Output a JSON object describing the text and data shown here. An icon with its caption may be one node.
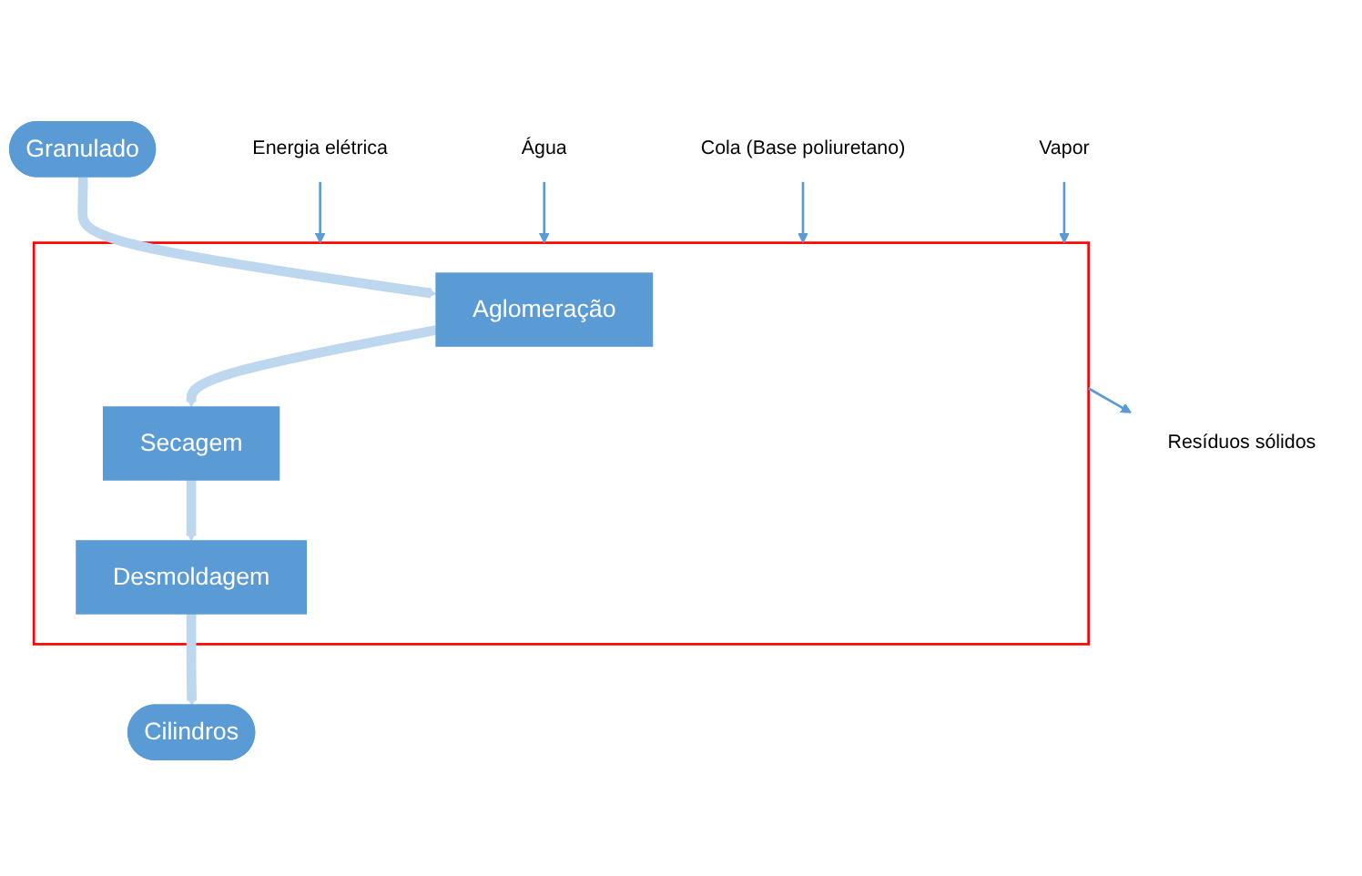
{
  "diagram": {
    "nodes": [
      {
        "text": [
          "Granulado"
        ]
      },
      {
        "text": [],
        "shape": "box"
      },
      {
        "text": [
          "Aglomeração"
        ],
        "in": 1
      },
      {
        "text": [
          "Secagem"
        ],
        "in": 1
      },
      {
        "text": [
          "Desmoldagem"
        ],
        "in": 1
      },
      {
        "text": [
          "Cilindros"
        ]
      },
      {
        "text": [
          "Energia elétrica"
        ]
      },
      {
        "text": [
          "Água"
        ]
      },
      {
        "text": [
          "Cola (Base poliuretano)"
        ]
      },
      {
        "text": [
          "Vapor"
        ]
      },
      {
        "text": [
          "Resíduos sólidos"
        ]
      }
    ],
    "edges": [
      {
        "from": 0,
        "to": 2,
        "arrow": "to",
        "style": "thick",
        "color": "#bdd7ee"
      },
      {
        "from": 2,
        "to": 3,
        "arrow": "to",
        "style": "thick",
        "color": "#bdd7ee"
      },
      {
        "from": 3,
        "to": 4,
        "arrow": "to",
        "style": "thick",
        "color": "#bdd7ee"
      },
      {
        "from": 4,
        "to": 5,
        "arrow": "to",
        "style": "thick",
        "color": "#bdd7ee"
      },
      {
        "from": 6,
        "to": 1,
        "arrow": "to"
      },
      {
        "from": 7,
        "to": 1,
        "arrow": "to"
      },
      {
        "from": 8,
        "to": 1,
        "arrow": "to"
      },
      {
        "from": 9,
        "to": 1,
        "arrow": "to"
      },
      {
        "from": 1,
        "to": 10,
        "arrow": "to"
      }
    ]
  }
}
